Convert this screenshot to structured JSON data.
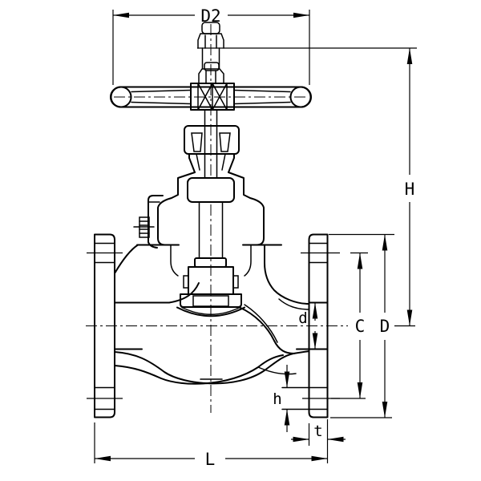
{
  "figure": {
    "kind": "technical line drawing",
    "subject": "flanged globe valve cross-section with dimension callouts",
    "background_color": "#ffffff",
    "line_color": "#000000",
    "dims": {
      "D2": "D2",
      "H": "H",
      "d": "d",
      "C": "C",
      "D": "D",
      "h": "h",
      "t": "t",
      "L": "L"
    }
  }
}
